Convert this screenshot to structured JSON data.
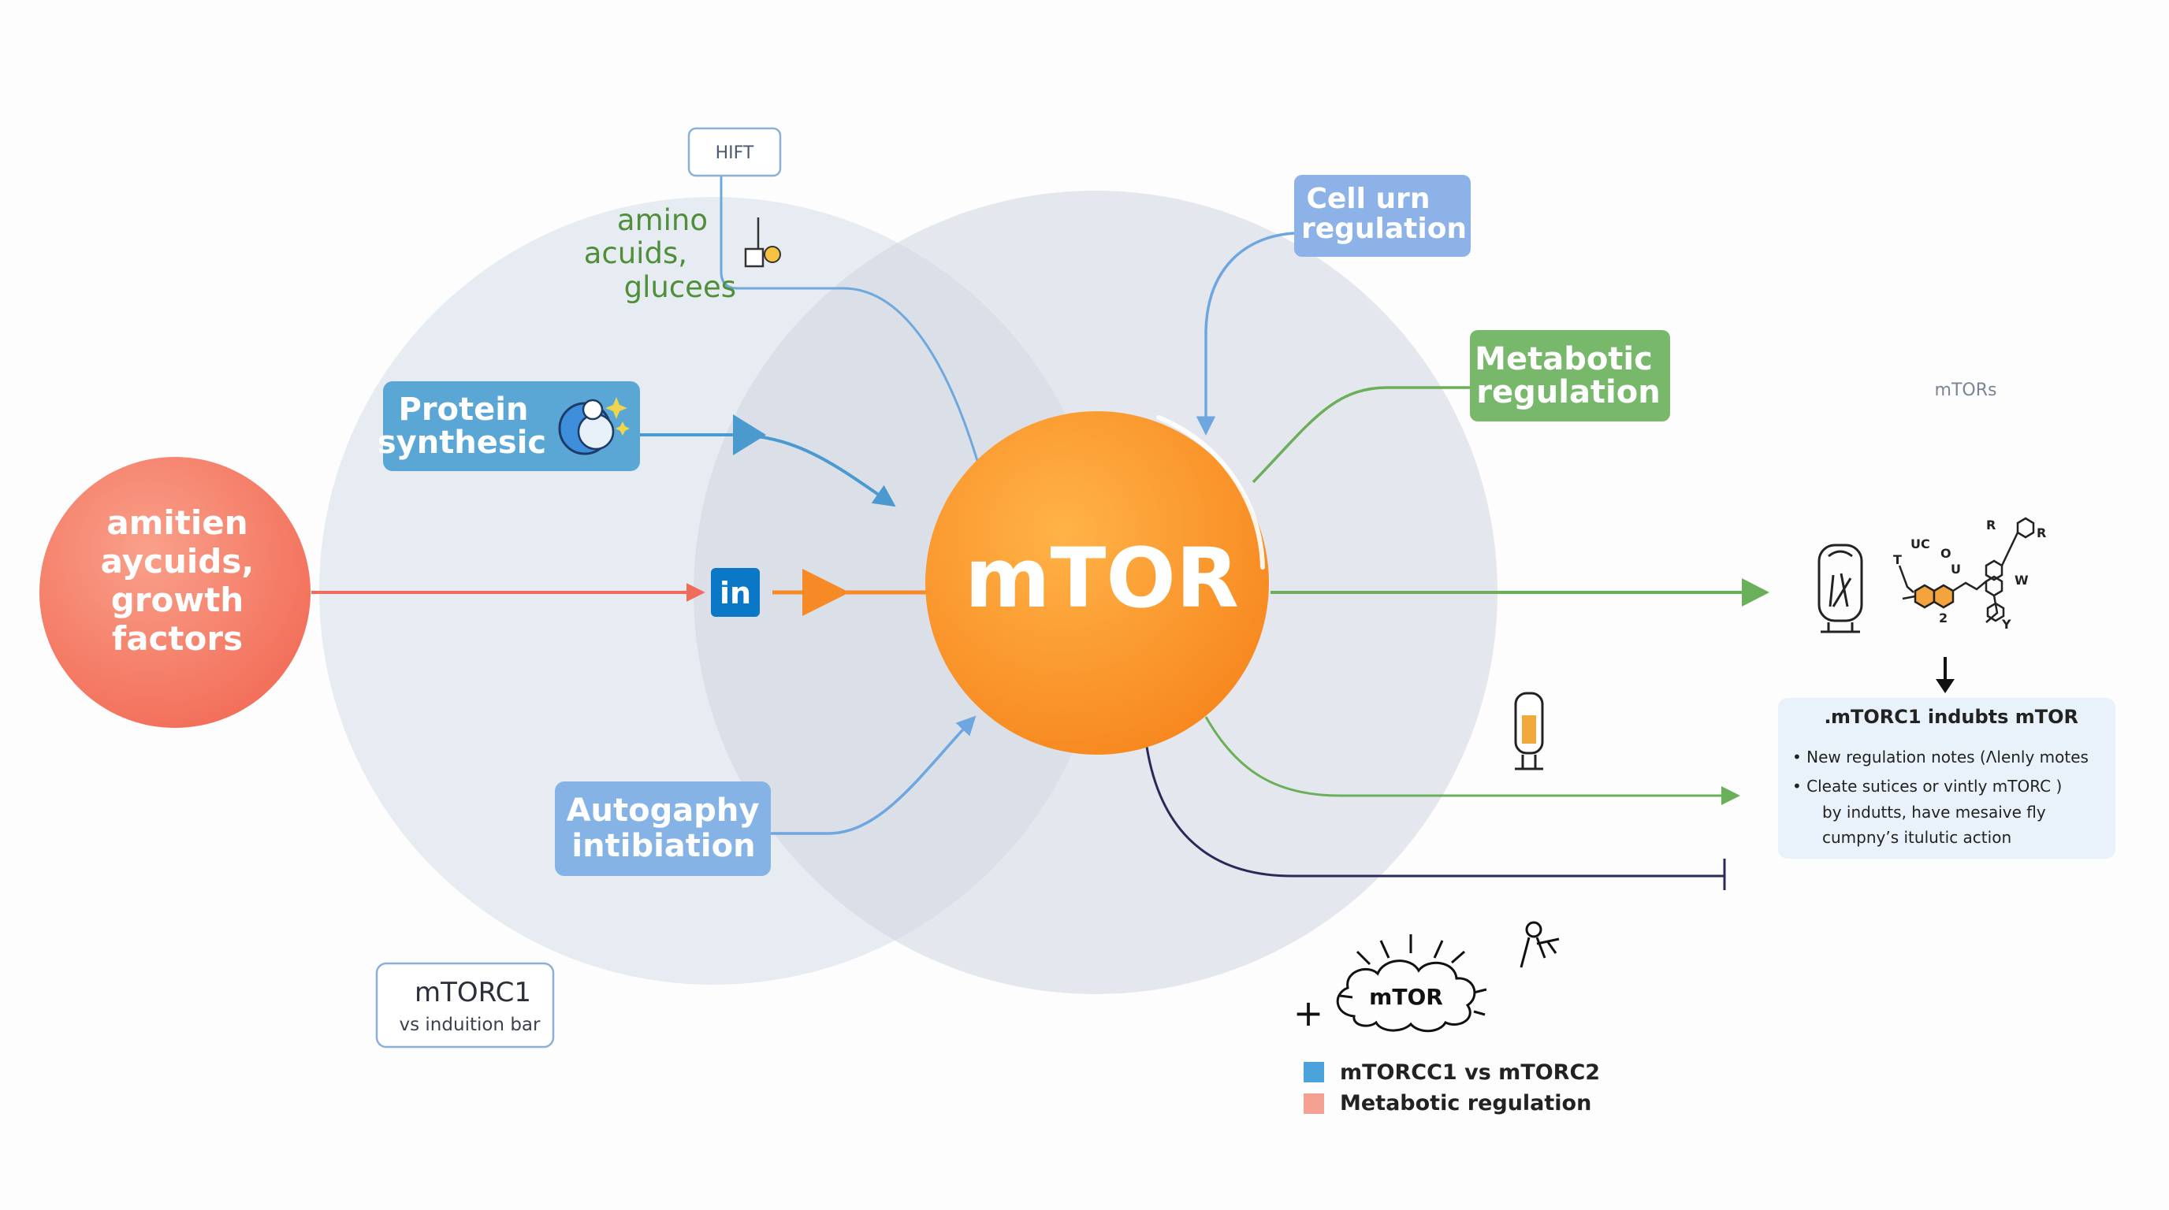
{
  "center": {
    "label": "mTOR",
    "color": "#f98f2a"
  },
  "input_node": {
    "lines": [
      "amitien",
      "aycuids,",
      "growth",
      "factors"
    ],
    "color": "#f6765f"
  },
  "hift_box": {
    "label": "HIFT"
  },
  "nutrients_label": {
    "lines": [
      "amino",
      "acuids,",
      "glucees"
    ],
    "color": "#4f8f3a"
  },
  "protein_box": {
    "lines": [
      "Protein",
      "synthesic"
    ],
    "color": "#5aa7d6"
  },
  "in_badge": {
    "label": "in"
  },
  "autophagy_box": {
    "lines": [
      "Autogaphy",
      "intibiation"
    ],
    "color": "#86b3e6"
  },
  "cell_box": {
    "lines": [
      "Cell urn",
      "regulation"
    ],
    "color": "#8cb2e8"
  },
  "metabolic_box": {
    "lines": [
      "Metabotic",
      "regulation"
    ],
    "color": "#77b86b"
  },
  "mtors_label": "mTORs",
  "mtorc1_box": {
    "title": "mTORC1",
    "subtitle": "vs induition bar"
  },
  "info_panel": {
    "title": "․mTORC1 indubts mTOR",
    "lines": [
      "• New regulation notes (Λlenly motes",
      "• Cleate sutices or vintly mTORC )",
      "by indutts, have mesaive fly",
      "cumpny’s itulutic action"
    ]
  },
  "cloud_label": "mTOR",
  "plus_sign": "+",
  "molecule_labels": [
    "UC",
    "O",
    "U",
    "R",
    "R",
    "W",
    "T",
    "2",
    "Y"
  ],
  "legend": [
    {
      "label": "mTORCC1 vs mTORC2",
      "color": "#4aa3da"
    },
    {
      "label": "Metabotic regulation",
      "color": "#f4a092"
    }
  ],
  "colors": {
    "blue_arrow": "#4a9ad0",
    "red_arrow": "#ef6c5c",
    "orange_arrow": "#f58a26",
    "green_arrow": "#6aaf5a",
    "dark_line": "#2a2a58",
    "circle_left": "#dfe6ef",
    "circle_right": "#d8dde4"
  }
}
